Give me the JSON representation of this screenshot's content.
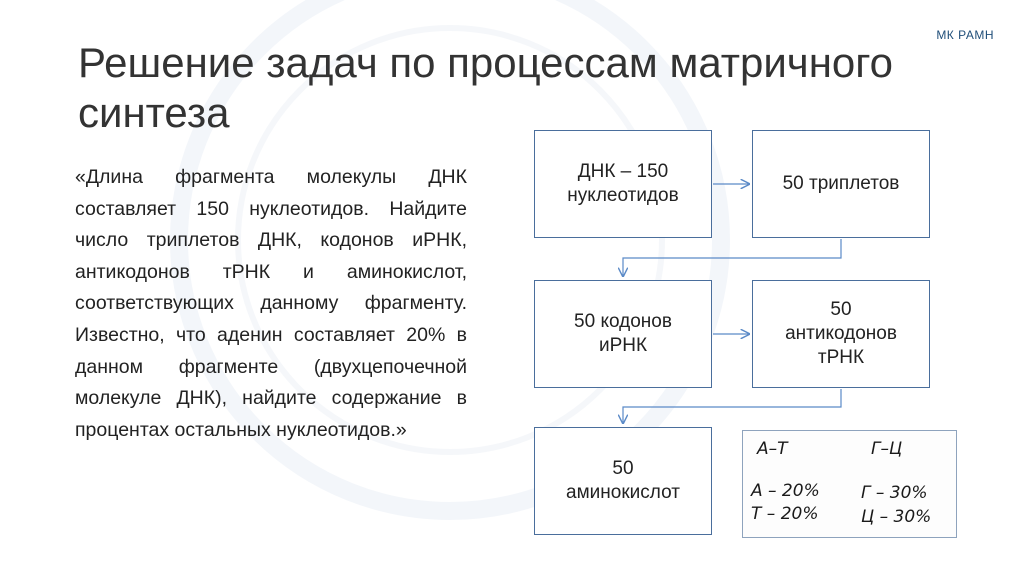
{
  "brand": "МК РАМН",
  "title": "Решение задач по процессам матричного синтеза",
  "task_text": "«Длина фрагмента молекулы ДНК составляет 150 нуклеотидов. Найдите число триплетов ДНК, кодонов иРНК, антикодонов тРНК и аминокислот, соответствующих данному фрагменту. Известно, что аденин составляет 20% в данном фрагменте (двухцепочечной молекуле ДНК), найдите содержание в процентах остальных нуклеотидов.»",
  "flow": {
    "dna": "ДНК – 150\nнуклеотидов",
    "triplets": "50 триплетов",
    "codons": "50 кодонов\nиРНК",
    "anticodons": "50\nантикодонов\nтРНК",
    "amino_acids": "50\nаминокислот"
  },
  "note": {
    "pair_at": "А–Т",
    "pair_gc": "Г–Ц",
    "a": "А – 20%",
    "t": "Т – 20%",
    "g": "Г – 30%",
    "c": "Ц – 30%"
  }
}
